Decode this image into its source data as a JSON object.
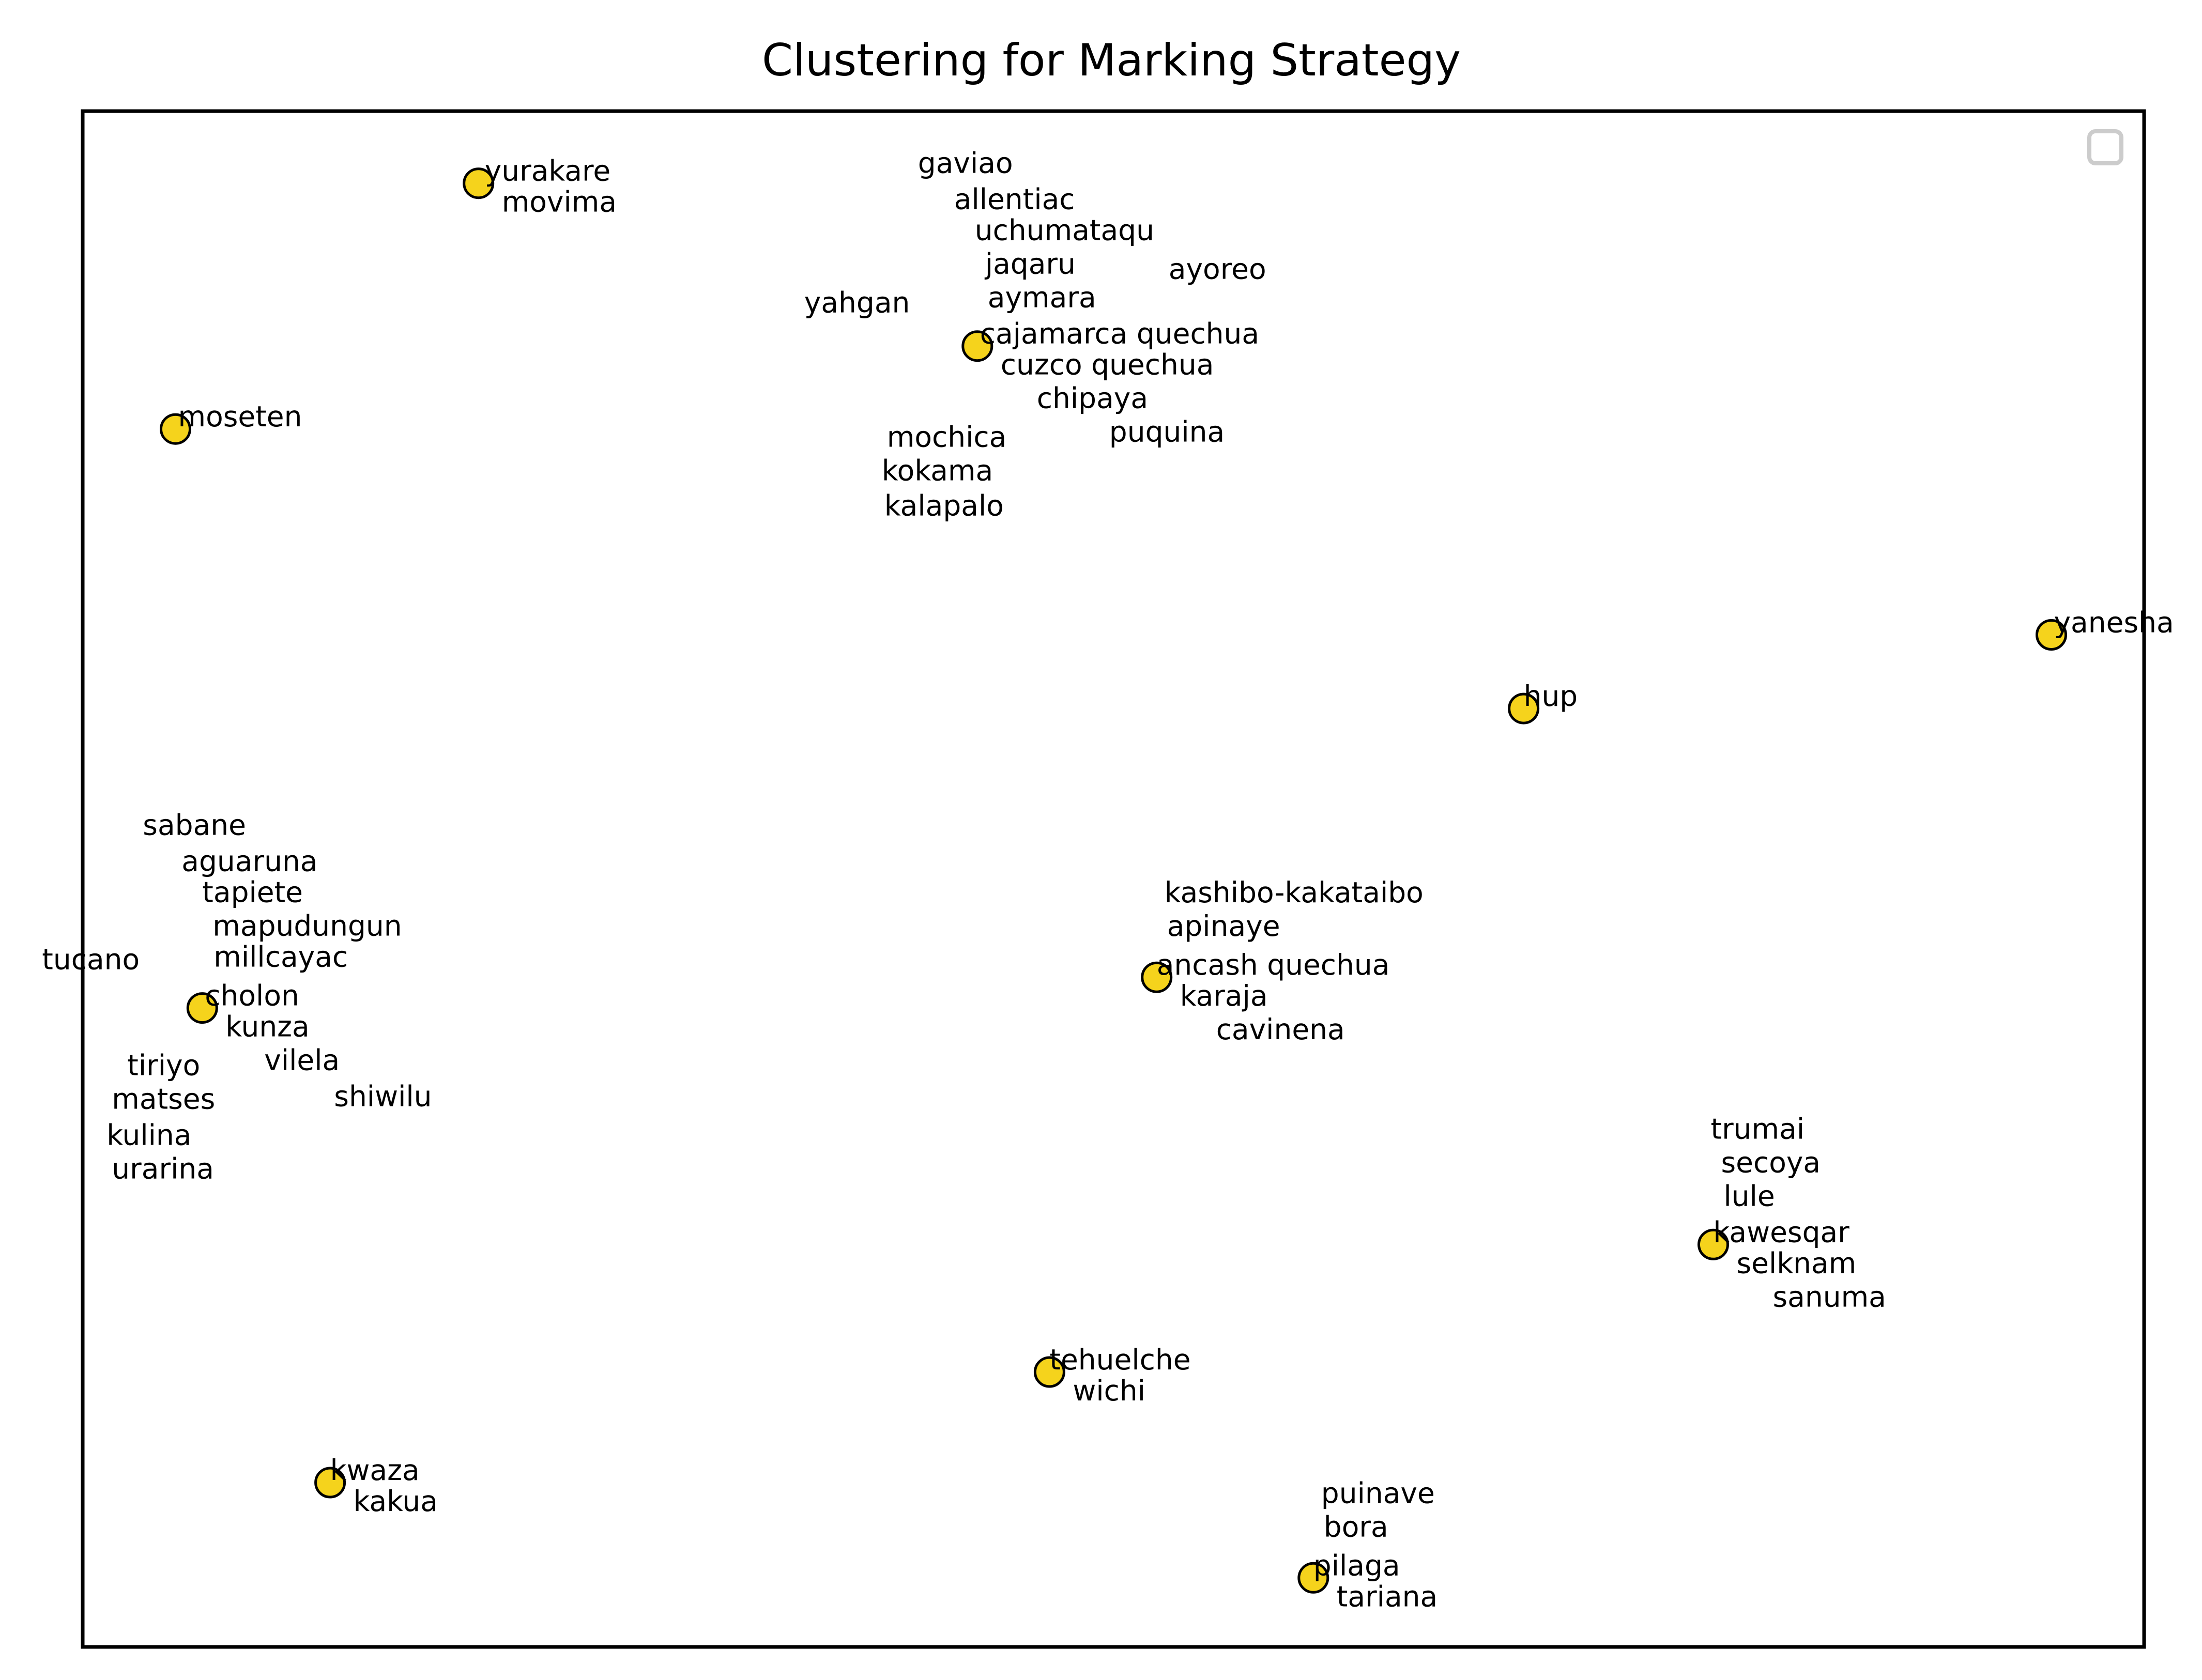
{
  "chart_data": {
    "type": "scatter",
    "title": "Clustering for Marking Strategy",
    "xlabel": "",
    "ylabel": "",
    "grid": false,
    "legend": "top-right, empty",
    "axis_ticks": "hidden",
    "point_color": "#f5d31c",
    "point_edge_color": "#000000",
    "clusters": [
      {
        "point": [
          0.192,
          0.953
        ],
        "labels": [
          "yurakare",
          "movima"
        ]
      },
      {
        "point": [
          0.434,
          0.847
        ],
        "labels": [
          "gaviao",
          "allentiac",
          "uchumataqu",
          "jaqaru",
          "ayoreo",
          "yahgan",
          "aymara",
          "cajamarca quechua",
          "cuzco quechua",
          "chipaya",
          "puquina",
          "mochica",
          "kokama",
          "kalapalo"
        ]
      },
      {
        "point": [
          0.045,
          0.793
        ],
        "labels": [
          "moseten"
        ]
      },
      {
        "point": [
          0.955,
          0.659
        ],
        "labels": [
          "yanesha"
        ]
      },
      {
        "point": [
          0.699,
          0.611
        ],
        "labels": [
          "hup"
        ]
      },
      {
        "point": [
          0.058,
          0.416
        ],
        "labels": [
          "sabane",
          "aguaruna",
          "tapiete",
          "mapudungun",
          "tucano",
          "millcayac",
          "cholon",
          "kunza",
          "vilela",
          "tiriyo",
          "matses",
          "shiwilu",
          "kulina",
          "urarina"
        ]
      },
      {
        "point": [
          0.521,
          0.436
        ],
        "labels": [
          "kashibo-kakataibo",
          "apinaye",
          "ancash quechua",
          "karaja",
          "cavinena"
        ]
      },
      {
        "point": [
          0.791,
          0.262
        ],
        "labels": [
          "trumai",
          "secoya",
          "lule",
          "kawesqar",
          "selknam",
          "sanuma"
        ]
      },
      {
        "point": [
          0.469,
          0.179
        ],
        "labels": [
          "tehuelche",
          "wichi"
        ]
      },
      {
        "point": [
          0.12,
          0.107
        ],
        "labels": [
          "kwaza",
          "kakua"
        ]
      },
      {
        "point": [
          0.597,
          0.045
        ],
        "labels": [
          "puinave",
          "bora",
          "pilaga",
          "tariana"
        ]
      }
    ]
  }
}
